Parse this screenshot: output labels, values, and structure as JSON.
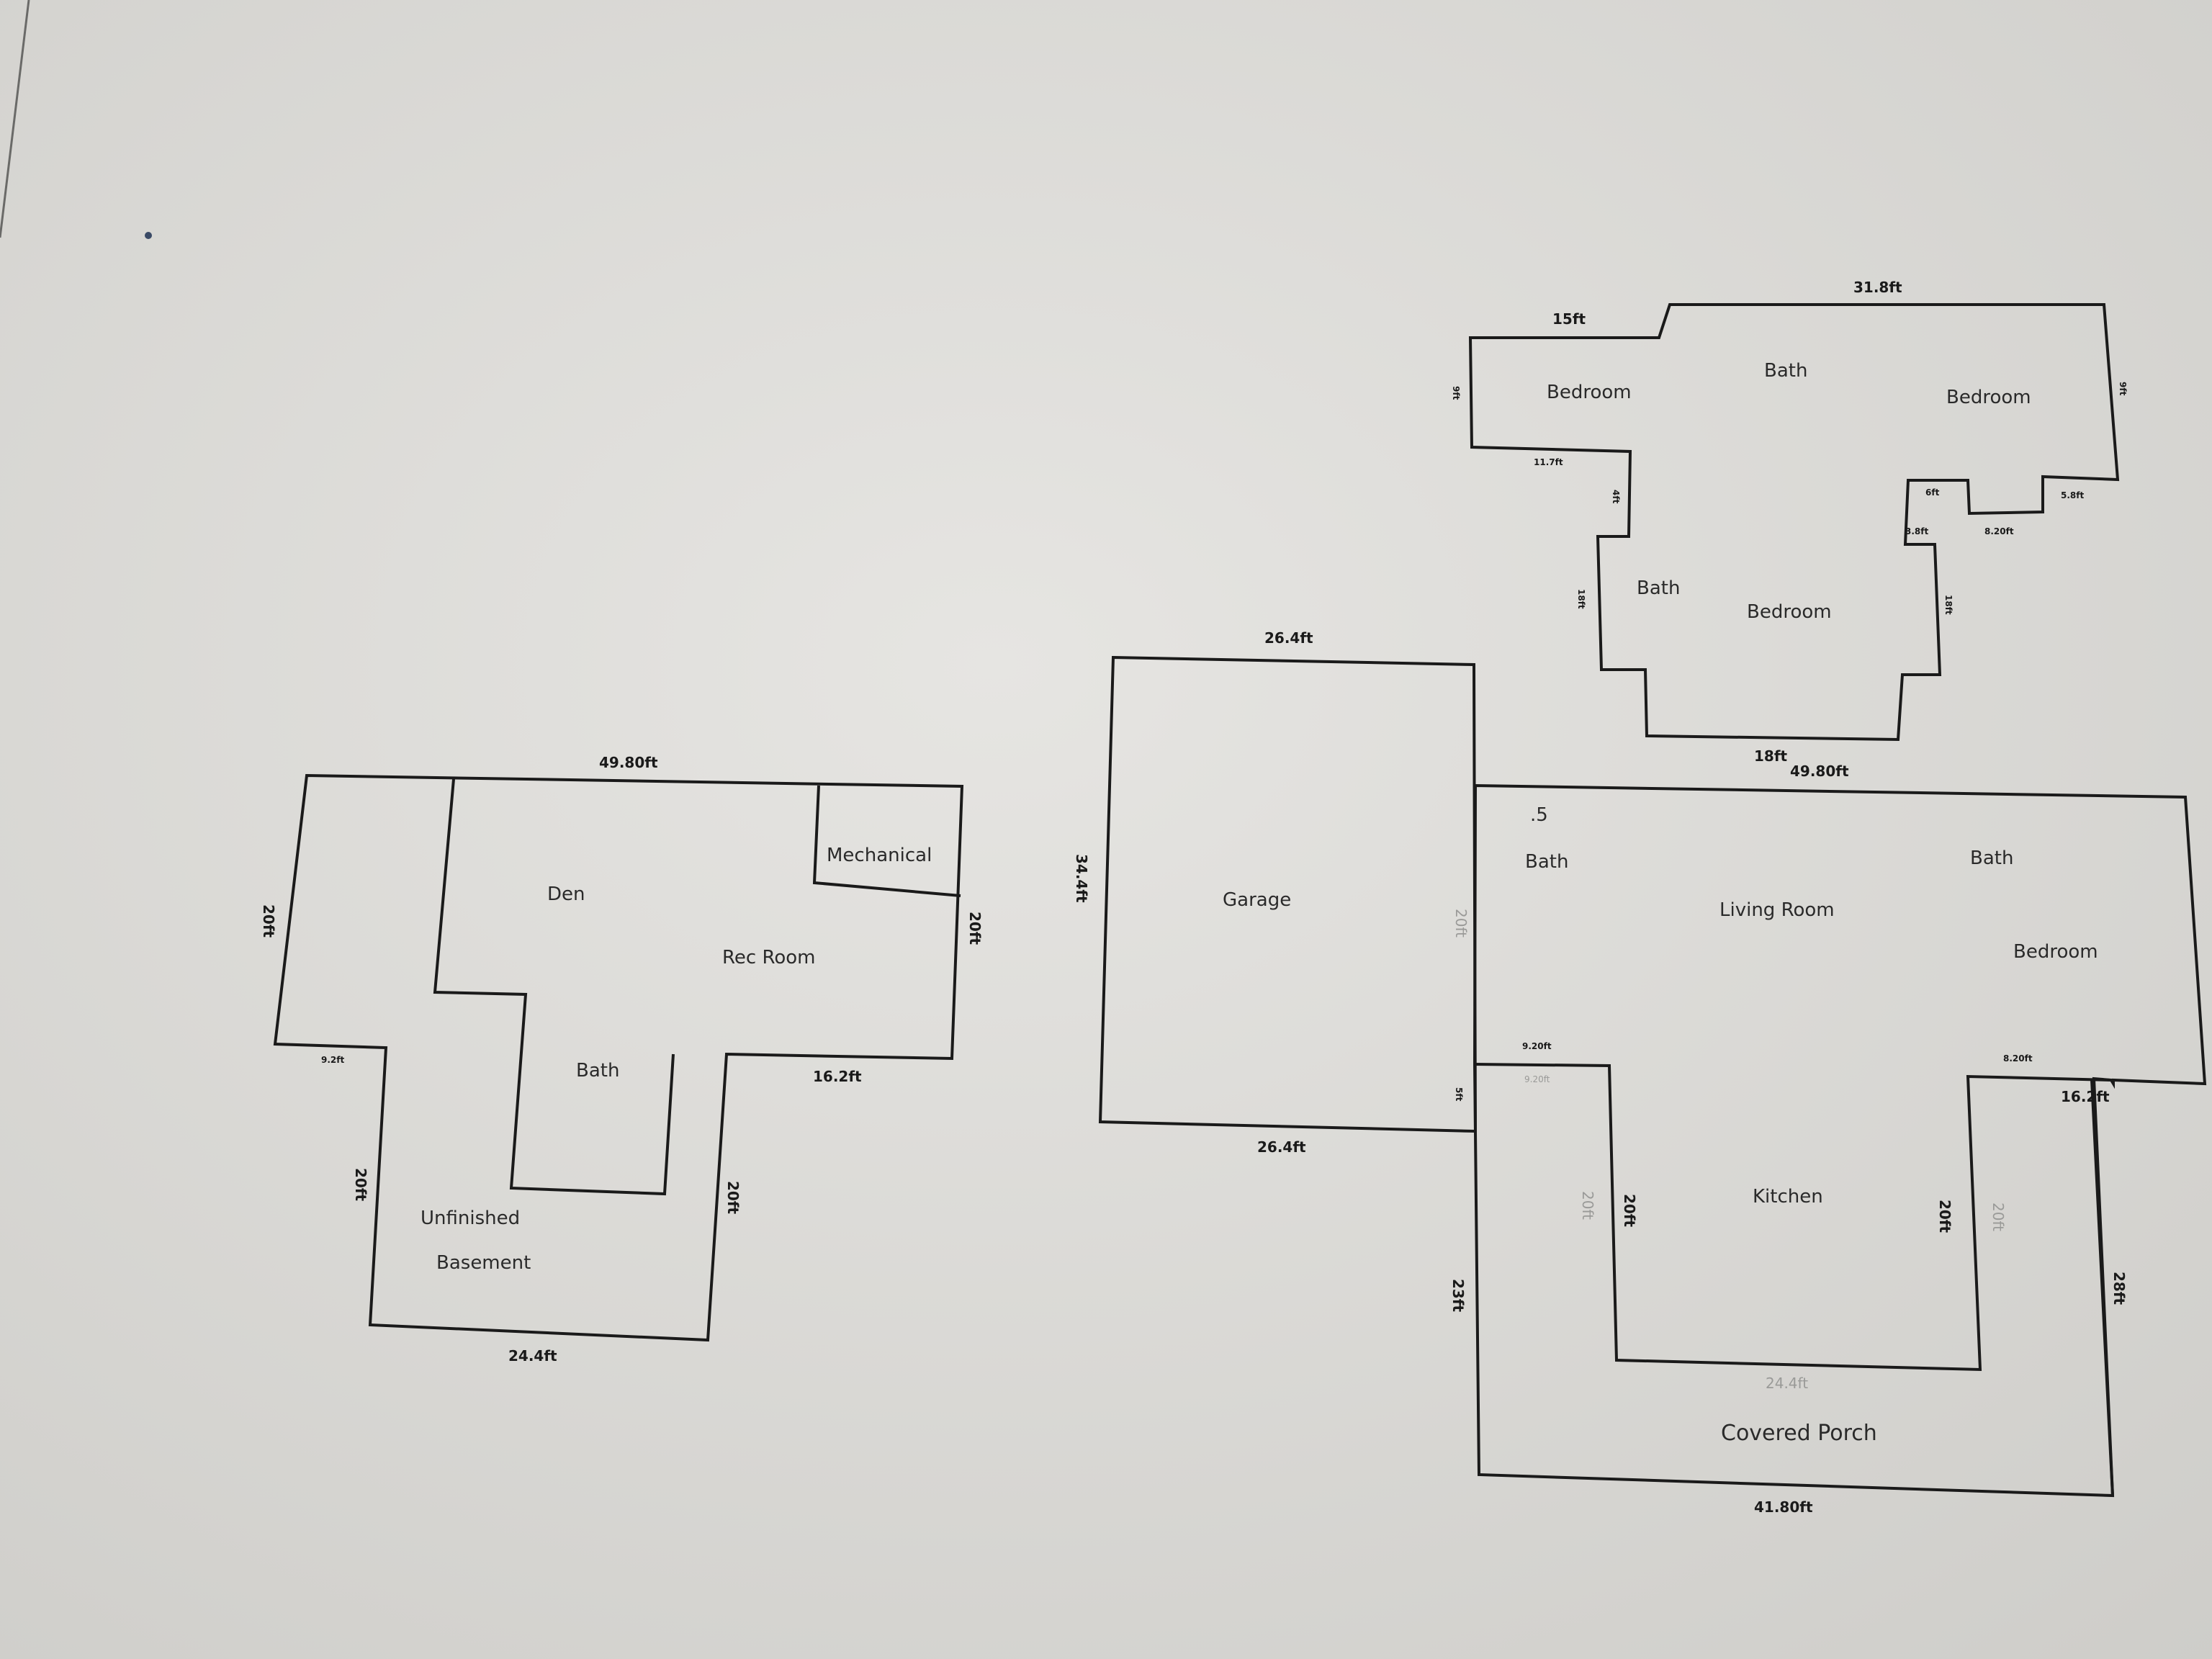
{
  "basement": {
    "rooms": {
      "mechanical": "Mechanical",
      "den": "Den",
      "rec_room": "Rec Room",
      "bath": "Bath",
      "unfinished_1": "Unfinished",
      "unfinished_2": "Basement"
    },
    "dims": {
      "top": "49.80ft",
      "left": "20ft",
      "right": "20ft",
      "step": "9.2ft",
      "notch_bottom": "16.2ft",
      "lower_left": "20ft",
      "lower_right": "20ft",
      "bottom": "24.4ft"
    }
  },
  "garage": {
    "rooms": {
      "garage": "Garage"
    },
    "dims": {
      "top": "26.4ft",
      "bottom": "26.4ft",
      "left": "34.4ft",
      "right_faint": "20ft",
      "right_small": "5ft"
    }
  },
  "main_floor": {
    "rooms": {
      "marker": ".5",
      "bath_left": "Bath",
      "bath_right": "Bath",
      "living_room": "Living Room",
      "bedroom": "Bedroom",
      "kitchen": "Kitchen",
      "covered_porch": "Covered Porch"
    },
    "dims": {
      "top": "49.80ft",
      "left_step": "9.20ft",
      "left_step_faint": "9.20ft",
      "right_step": "8.20ft",
      "right_step_side": "16.2ft",
      "kitchen_left": "20ft",
      "kitchen_left_faint": "20ft",
      "kitchen_right": "20ft",
      "kitchen_right_faint": "20ft",
      "kitchen_bottom": "24.4ft",
      "porch_left": "23ft",
      "porch_right": "28ft",
      "porch_bottom": "41.80ft"
    }
  },
  "upper_floor": {
    "rooms": {
      "bedroom_left": "Bedroom",
      "bath_top": "Bath",
      "bedroom_right": "Bedroom",
      "bath_lower": "Bath",
      "bedroom_lower": "Bedroom"
    },
    "dims": {
      "top_left": "15ft",
      "top_right": "31.8ft",
      "left": "9ft",
      "right": "9ft",
      "step_left": "11.7ft",
      "small_a": "4ft",
      "small_b": "6ft",
      "small_c": "5.8ft",
      "small_d": "8.20ft",
      "small_e": "3.8ft",
      "lower_left": "18ft",
      "lower_right": "18ft",
      "bottom": "18ft"
    }
  }
}
